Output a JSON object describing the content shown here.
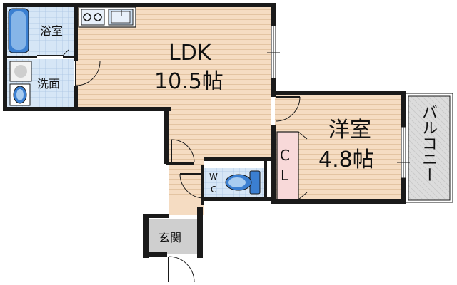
{
  "rooms": {
    "ldk": {
      "name": "LDK",
      "size": "10.5帖"
    },
    "bathroom": {
      "name": "浴室"
    },
    "washroom": {
      "name": "洗面"
    },
    "western_room": {
      "name": "洋室",
      "size": "4.8帖"
    },
    "closet": {
      "letters": [
        "C",
        "L"
      ]
    },
    "toilet": {
      "letters": [
        "W",
        "C"
      ]
    },
    "entrance": {
      "name": "玄関"
    },
    "balcony": {
      "name": "バルコニー"
    }
  },
  "colors": {
    "wall": "#1a1a1a",
    "floor_wood": "#f5dcc2",
    "floor_stripe": "#e6c7a6",
    "floor_tile": "#cfe0f2",
    "closet_fill": "#f8d9d9",
    "balcony_fill": "#dcdcdc",
    "bath_blue": "#3b7fd1"
  }
}
